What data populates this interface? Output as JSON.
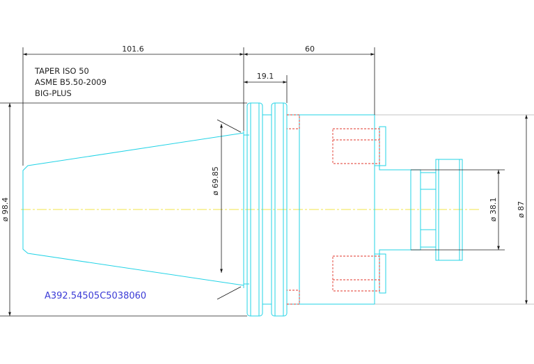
{
  "notes": {
    "taper": "TAPER ISO 50",
    "standard": "ASME B5.50-2009",
    "type": "BIG-PLUS"
  },
  "part_number": "A392.54505C5038060",
  "dimensions": {
    "overall_left": "101.6",
    "overall_right": "60",
    "flange_width": "19.1",
    "taper_diameter": "ø 69.85",
    "flange_diameter": "ø 98.4",
    "bore_diameter": "ø 38.1",
    "body_diameter": "ø 87"
  },
  "colors": {
    "outline": "#22d3e6",
    "hidden": "#e0342a",
    "centerline": "#f2e44a",
    "dimension": "#1a1a1a",
    "part_number": "#3a3ad6"
  }
}
